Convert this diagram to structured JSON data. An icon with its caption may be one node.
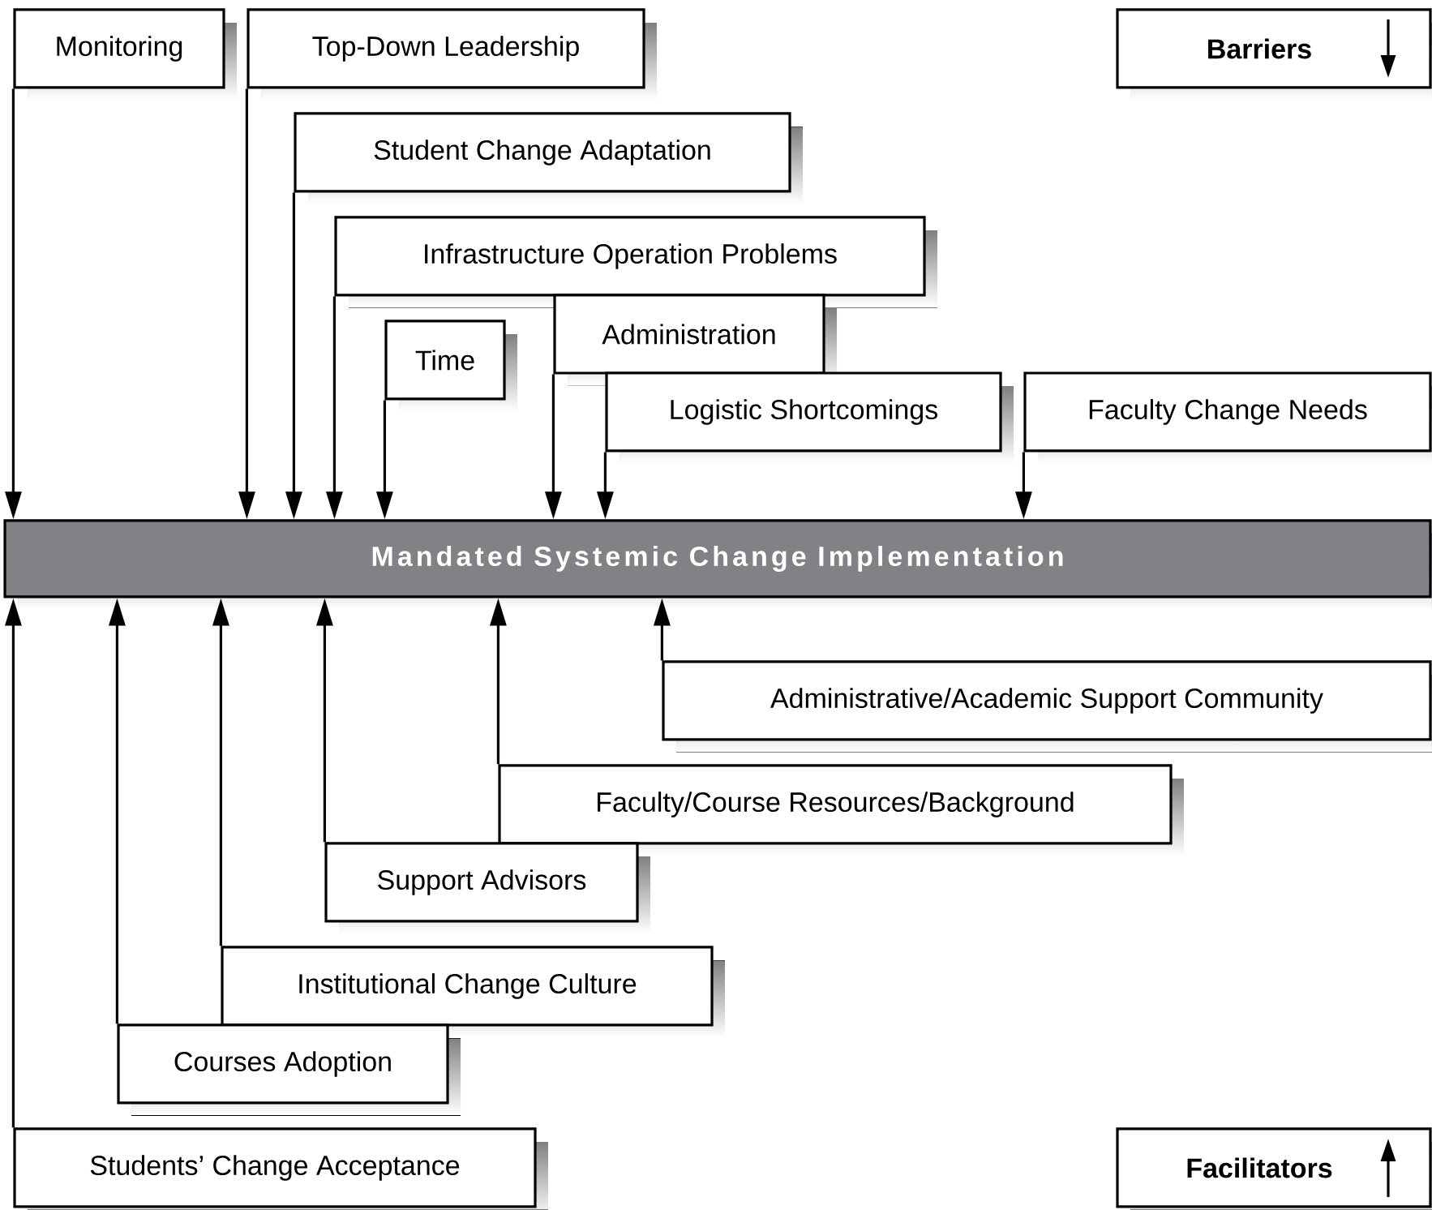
{
  "diagram": {
    "nodes": [
      {
        "text": [
          "Monitoring"
        ]
      },
      {
        "text": [
          "Top-Down Leadership"
        ]
      },
      {
        "text": [
          "Student Change Adaptation"
        ]
      },
      {
        "text": [
          "Infrastructure Operation Problems"
        ]
      },
      {
        "text": [
          "Time"
        ]
      },
      {
        "text": [
          "Administration"
        ]
      },
      {
        "text": [
          "Logistic Shortcomings"
        ]
      },
      {
        "text": [
          "Faculty Change Needs"
        ]
      },
      {
        "text": [
          "Mandated Systemic Change Implementation"
        ]
      },
      {
        "text": [
          "Administrative/Academic Support Community"
        ]
      },
      {
        "text": [
          "Faculty/Course Resources/Background"
        ]
      },
      {
        "text": [
          "Support Advisors"
        ]
      },
      {
        "text": [
          "Institutional Change Culture"
        ]
      },
      {
        "text": [
          "Courses Adoption"
        ]
      },
      {
        "text": [
          "Students’ Change Acceptance"
        ]
      }
    ],
    "edges": [
      {
        "from": 0,
        "to": 8,
        "arrow": "to"
      },
      {
        "from": 1,
        "to": 8,
        "arrow": "to"
      },
      {
        "from": 2,
        "to": 8,
        "arrow": "to"
      },
      {
        "from": 3,
        "to": 8,
        "arrow": "to"
      },
      {
        "from": 4,
        "to": 8,
        "arrow": "to"
      },
      {
        "from": 5,
        "to": 8,
        "arrow": "to"
      },
      {
        "from": 6,
        "to": 8,
        "arrow": "to"
      },
      {
        "from": 7,
        "to": 8,
        "arrow": "to"
      },
      {
        "from": 14,
        "to": 8,
        "arrow": "to"
      },
      {
        "from": 13,
        "to": 8,
        "arrow": "to"
      },
      {
        "from": 12,
        "to": 8,
        "arrow": "to"
      },
      {
        "from": 11,
        "to": 8,
        "arrow": "to"
      },
      {
        "from": 10,
        "to": 8,
        "arrow": "to"
      },
      {
        "from": 9,
        "to": 8,
        "arrow": "to"
      }
    ],
    "legend": [
      {
        "text": "Barriers"
      },
      {
        "text": "Facilitators"
      }
    ]
  }
}
